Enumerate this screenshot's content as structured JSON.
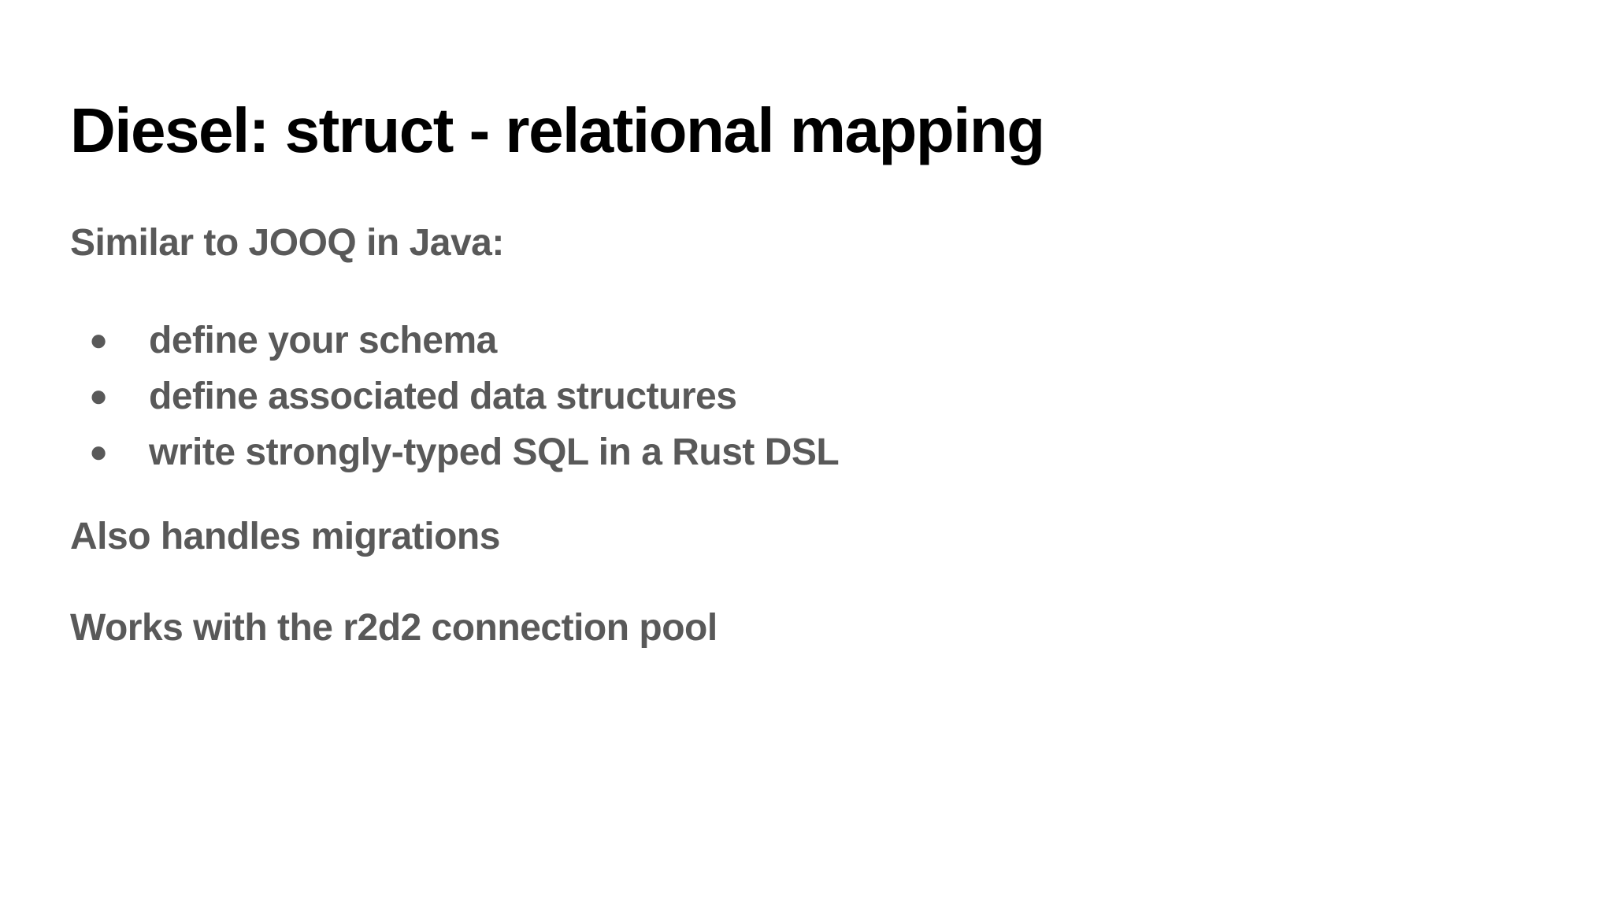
{
  "slide": {
    "title": "Diesel: struct - relational mapping",
    "intro": "Similar to JOOQ in Java:",
    "bullet_glyph": "●",
    "bullets": [
      "define your schema",
      "define associated data structures",
      "write strongly-typed SQL in a Rust DSL"
    ],
    "migrations_line": "Also handles migrations",
    "pool_line": "Works with the r2d2 connection pool"
  },
  "colors": {
    "title": "#000000",
    "body": "#595959",
    "background": "#ffffff"
  }
}
